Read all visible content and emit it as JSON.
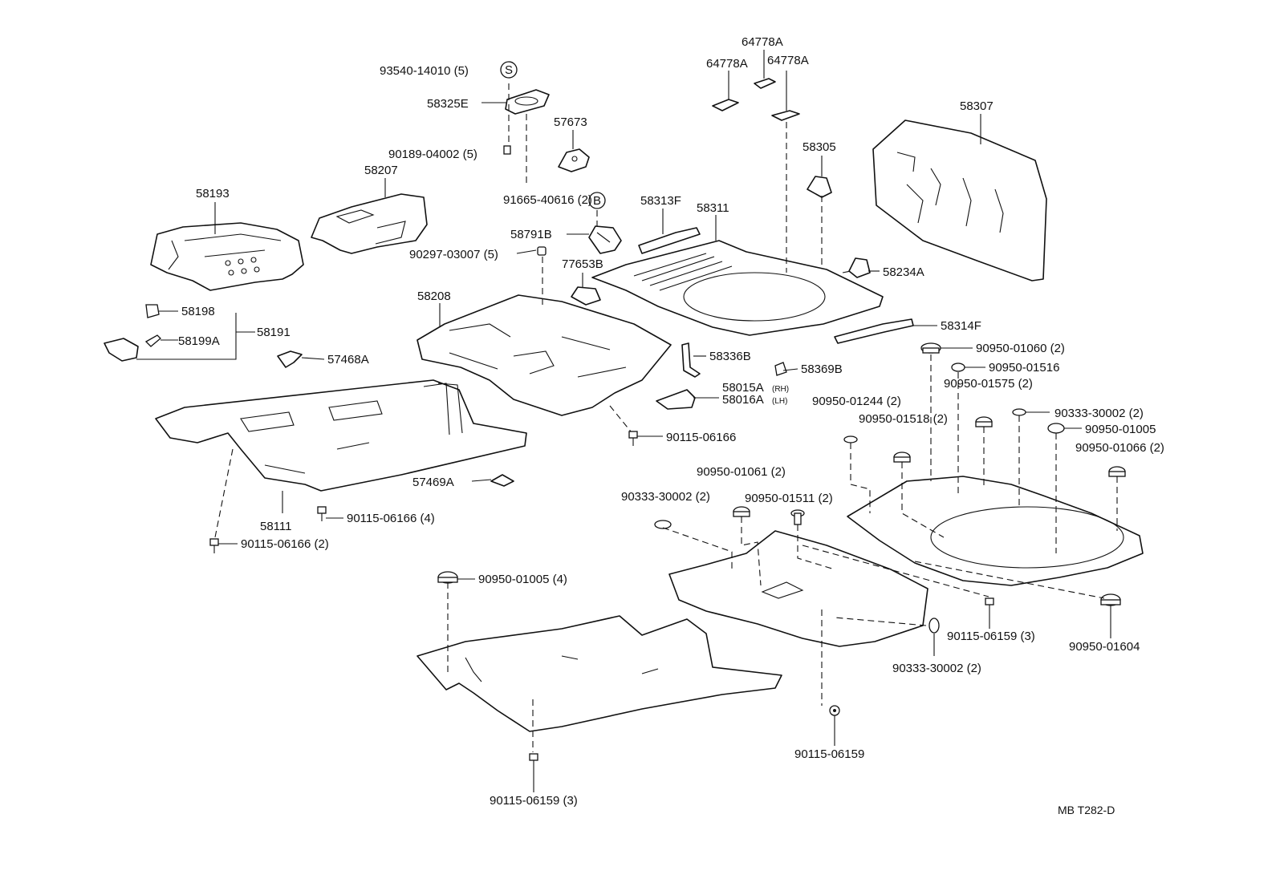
{
  "labels": {
    "p93540": "93540-14010 (5)",
    "p58325E": "58325E",
    "p57673": "57673",
    "p90189": "90189-04002 (5)",
    "p91665": "91665-40616 (2)",
    "p58207": "58207",
    "p58193": "58193",
    "p58791B": "58791B",
    "p90297": "90297-03007 (5)",
    "p77653B": "77653B",
    "p58313F": "58313F",
    "p58311": "58311",
    "p58305": "58305",
    "p64778A_top": "64778A",
    "p64778A_left": "64778A",
    "p64778A_right": "64778A",
    "p58307": "58307",
    "p58234A": "58234A",
    "p58208": "58208",
    "p58198": "58198",
    "p58199A": "58199A",
    "p58191": "58191",
    "p57468A": "57468A",
    "p58314F": "58314F",
    "p58336B": "58336B",
    "p58369B": "58369B",
    "p58015A": "58015A",
    "p58016A": "58016A",
    "p90115_06166": "90115-06166",
    "p90950_01060": "90950-01060 (2)",
    "p90950_01516": "90950-01516",
    "p90950_01575": "90950-01575 (2)",
    "p90950_01244": "90950-01244 (2)",
    "p90333_right": "90333-30002 (2)",
    "p90950_01518": "90950-01518 (2)",
    "p90950_01005_r": "90950-01005",
    "p90950_01066": "90950-01066 (2)",
    "p58111": "58111",
    "p57469A": "57469A",
    "p90950_01061": "90950-01061 (2)",
    "p90333_mid": "90333-30002 (2)",
    "p90950_01511": "90950-01511 (2)",
    "p90115_06166_4": "90115-06166 (4)",
    "p90115_06166_2": "90115-06166 (2)",
    "p90950_01005_4": "90950-01005 (4)",
    "p90115_06159_3r": "90115-06159 (3)",
    "p90950_01604": "90950-01604",
    "p90333_bot": "90333-30002 (2)",
    "p90115_06159": "90115-06159",
    "p90115_06159_3b": "90115-06159 (3)",
    "sub_rh": "(RH)",
    "sub_lh": "(LH)",
    "ref_code": "MB T282-D"
  },
  "markers": {
    "s": "S",
    "b": "B"
  }
}
